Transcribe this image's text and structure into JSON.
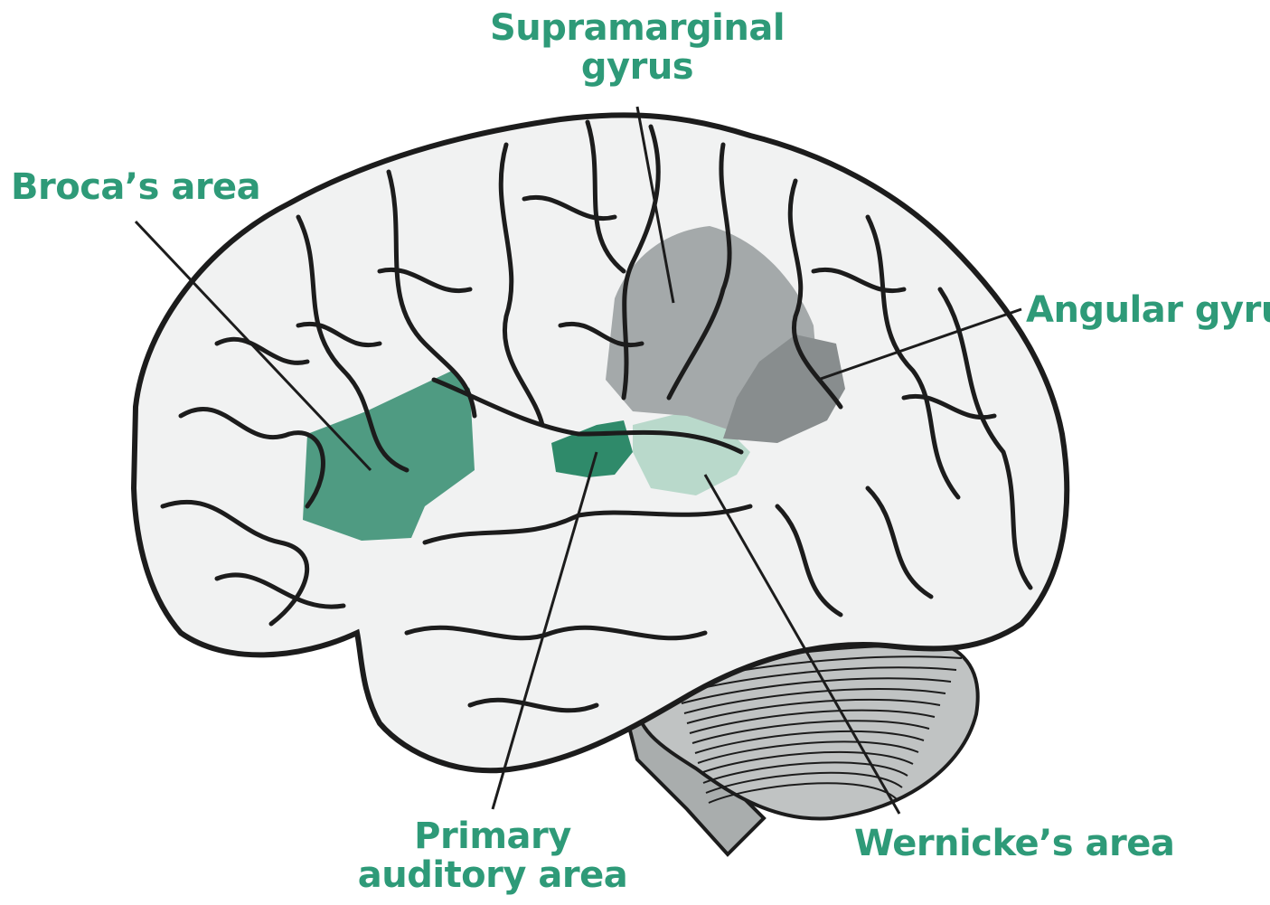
{
  "colors": {
    "label": "#2e9a78",
    "outline": "#1c1c1c",
    "brain_fill": "#f1f2f2",
    "broca_fill": "#4f9b82",
    "auditory_fill": "#2f8a6a",
    "wernicke_fill": "#b9d9cb",
    "supramarginal_fill": "#a4a9aa",
    "angular_fill": "#888d8e",
    "cerebellum_fill": "#c0c3c3",
    "brainstem_fill": "#a9adad"
  },
  "labels": {
    "supramarginal_line1": "Supramarginal",
    "supramarginal_line2": "gyrus",
    "broca": "Broca’s area",
    "angular": "Angular gyrus",
    "primary_line1": "Primary",
    "primary_line2": "auditory area",
    "wernicke": "Wernicke’s area"
  }
}
